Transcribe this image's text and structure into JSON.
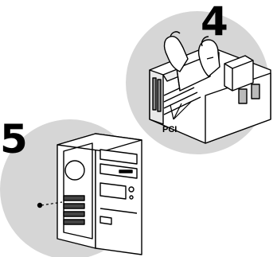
{
  "steps": [
    {
      "number": "4",
      "label": "PCI"
    },
    {
      "number": "5"
    }
  ],
  "colors": {
    "disc": "#d6d6d6",
    "ink": "#000000",
    "bg": "#ffffff"
  }
}
